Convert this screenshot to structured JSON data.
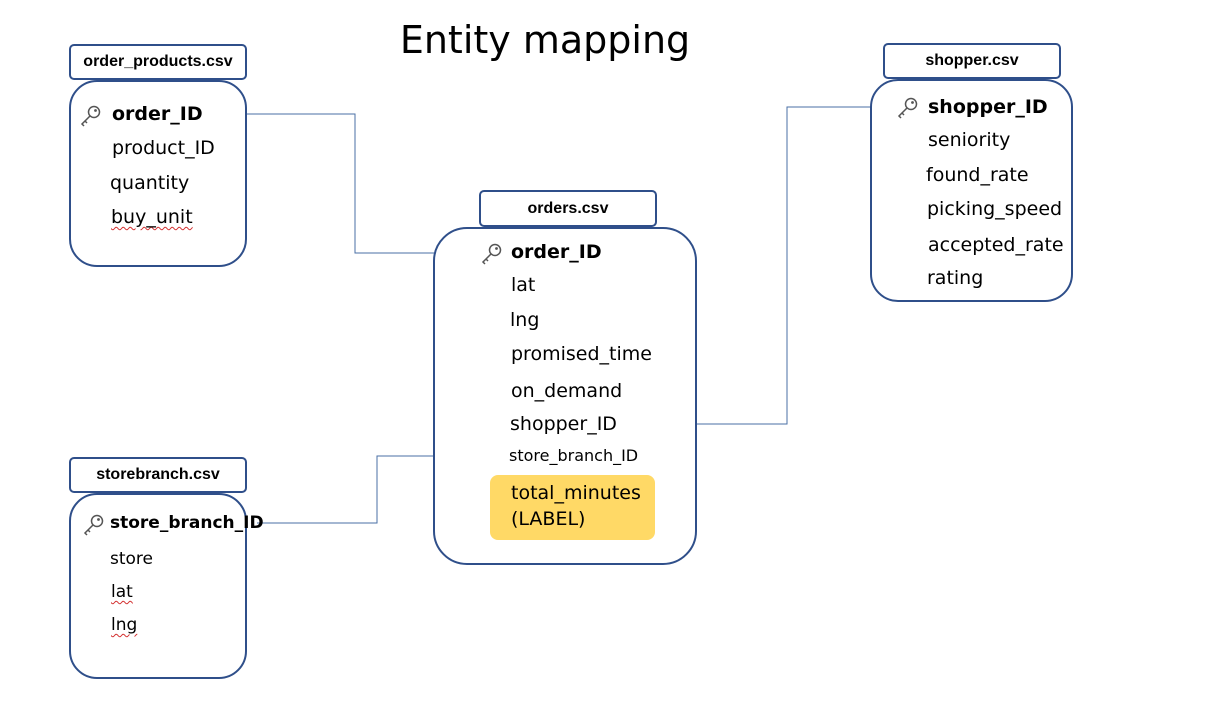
{
  "title": "Entity mapping",
  "colors": {
    "border": "#2f4f8a",
    "connector": "#4a6fa5",
    "label_highlight": "#ffd966"
  },
  "entities": {
    "order_products": {
      "name": "order_products.csv",
      "key": "order_ID",
      "fields": [
        "product_ID",
        "quantity",
        "buy_unit"
      ]
    },
    "orders": {
      "name": "orders.csv",
      "key": "order_ID",
      "fields": [
        "lat",
        "lng",
        "promised_time",
        "on_demand",
        "shopper_ID",
        "store_branch_ID"
      ],
      "label_field": "total_minutes",
      "label_tag": "(LABEL)"
    },
    "shopper": {
      "name": "shopper.csv",
      "key": "shopper_ID",
      "fields": [
        "seniority",
        "found_rate",
        "picking_speed",
        "accepted_rate",
        "rating"
      ]
    },
    "storebranch": {
      "name": "storebranch.csv",
      "key": "store_branch_ID",
      "fields": [
        "store",
        "lat",
        "lng"
      ]
    }
  },
  "icons": {
    "primary_key": "key-icon"
  }
}
